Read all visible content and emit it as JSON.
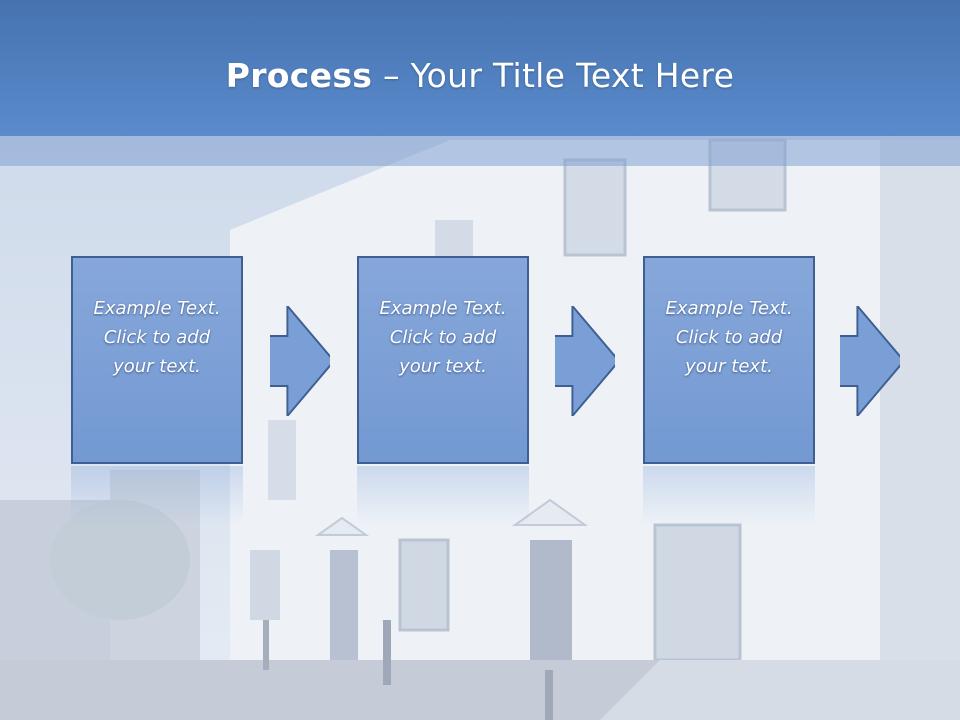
{
  "slide": {
    "title_bold": "Process",
    "title_rest": " – Your Title Text Here"
  },
  "steps": [
    {
      "text": "Example Text.\nClick  to add\nyour text."
    },
    {
      "text": "Example Text.\nClick  to add\nyour text."
    },
    {
      "text": "Example Text.\nClick  to add\nyour text."
    }
  ],
  "colors": {
    "title_band": "#5a8bcc",
    "box_fill": "#7ea1d6",
    "box_border": "#3f5f92",
    "background": "#dfe6f0"
  }
}
